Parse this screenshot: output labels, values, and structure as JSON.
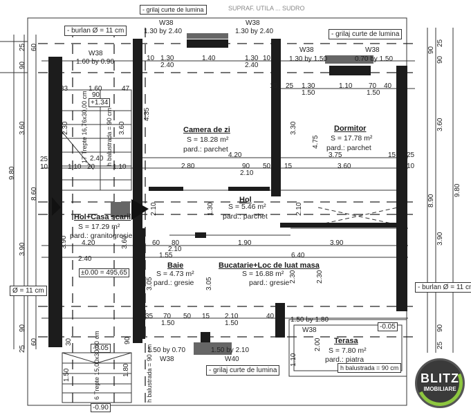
{
  "plan": {
    "title_handwritten": "SUPRAF. UTILA ... SUDRO",
    "rooms": [
      {
        "id": "camera-de-zi",
        "name": "Camera de zi",
        "area": "S = 18.28 m²",
        "floor": "pard.: parchet"
      },
      {
        "id": "dormitor",
        "name": "Dormitor",
        "area": "S =  17.78 m²",
        "floor": "pard.: parchet"
      },
      {
        "id": "hol",
        "name": "Hol",
        "area": "S = 5.46 m²",
        "floor": "pard.: parchet"
      },
      {
        "id": "hol-casa-scarii",
        "name": "Hol+Casa scarii",
        "area": "S = 17.29 m²",
        "floor": "pard.: granitogresie"
      },
      {
        "id": "baie",
        "name": "Baie",
        "area": "S = 4.73 m²",
        "floor": "pard.: gresie"
      },
      {
        "id": "bucatarie",
        "name": "Bucatarie+Loc de luat masa",
        "area": "S = 16.88 m²",
        "floor": "pard.: gresie"
      },
      {
        "id": "terasa",
        "name": "Terasa",
        "area": "S = 7.80 m²",
        "floor": "pard.: piatra"
      }
    ],
    "callouts": {
      "grilaj_top": "- grilaj curte de lumina",
      "grilaj_top_right": "- grilaj curte de lumina",
      "grilaj_bottom": "- grilaj curte de lumina",
      "burlan_top_left": "- burlan Ø = 11 cm",
      "burlan_left": "Ø = 11 cm",
      "burlan_right": "- burlan Ø = 11 cm"
    },
    "levels": {
      "zero": "±0.00 = 495,65",
      "stair_top": "+1.34",
      "terrace": "-0.05",
      "entry": "-0.05",
      "ground": "-0.90"
    },
    "windows": [
      {
        "type": "W38",
        "size": "1.60 by 0.90"
      },
      {
        "type": "W38",
        "size": "1.30 by 2.40"
      },
      {
        "type": "W38",
        "size": "1.30 by 2.40"
      },
      {
        "type": "W38",
        "size": "1.30 by 1.50"
      },
      {
        "type": "W38",
        "size": "0.70 by 1.50"
      },
      {
        "type": "W38",
        "size": "1.50 by 1.80"
      },
      {
        "type": "W38",
        "size": "1.50 by 0.70"
      },
      {
        "type": "W40",
        "size": "1.50 by 2.10"
      }
    ],
    "stairs": {
      "upper": "17 Trepte 16,76x30,00 cm",
      "lower": "6 Trepte 15,00x30,00 cm",
      "railing_upper": "h balustrada = 90 cm",
      "railing_lower": "h balustrada = 90 cm",
      "railing_terrace": "h balustrada = 90 cm"
    },
    "dimensions": {
      "top_row": [
        "10",
        "1.30",
        "1.40",
        "1.30",
        "10",
        "1.30",
        "2.40",
        "2.40"
      ],
      "top_right_row": [
        "15",
        "25",
        "1.30",
        "1.10",
        "70",
        "40",
        "1.50",
        "1.50"
      ],
      "left_outer": [
        "25",
        "90",
        "3.60",
        "9.80",
        "3.90",
        "90",
        "25"
      ],
      "left_inner": [
        "60",
        "8.60",
        "60"
      ],
      "right_outer": [
        "90",
        "25",
        "90",
        "3.60",
        "9.80",
        "8.90",
        "3.90",
        "90",
        "25"
      ],
      "mid_living": [
        "4.20",
        "2.80",
        "90",
        "50",
        "15",
        "2.10"
      ],
      "mid_bed": [
        "3.75",
        "3.60",
        "15",
        "25",
        "10"
      ],
      "stair": [
        "1.60",
        "47",
        "33",
        "90",
        "2.30",
        "3.60",
        "2.40",
        "1.10",
        "1.10",
        "20",
        "25",
        "10"
      ],
      "interior_vert": [
        "4.35",
        "3.30",
        "4.75",
        "2.10",
        "2.10",
        "1.30",
        "15",
        "15",
        "30",
        "60"
      ],
      "kitchen_row": [
        "60",
        "80",
        "2.10",
        "1.55",
        "15",
        "1.90",
        "6.40",
        "3.90",
        "2.30",
        "2.30"
      ],
      "bath": [
        "3.05",
        "3.05",
        "3.60",
        "3.90"
      ],
      "bottom_row": [
        "35",
        "70",
        "50",
        "15",
        "2.10",
        "40",
        "1.50",
        "1.50",
        "40"
      ],
      "lower": [
        "1.50",
        "1.80",
        "2.00",
        "1.10",
        "90",
        "30",
        "90",
        "40",
        "25",
        "-0.90"
      ]
    }
  },
  "logo": {
    "main": "BLITZ",
    "sub": "IMOBILIARE",
    "ring_color": "#8dc63f",
    "bg_color": "#3a3a3a"
  }
}
